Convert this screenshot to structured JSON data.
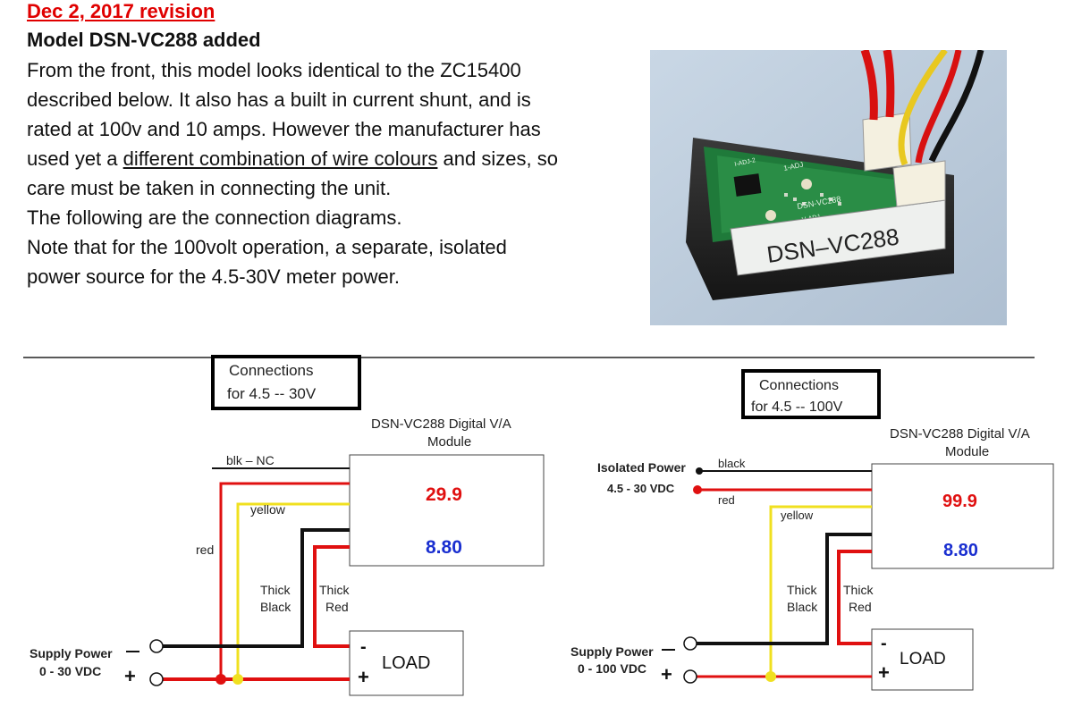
{
  "header": {
    "revision": "Dec 2, 2017 revision",
    "model_added": "Model DSN-VC288 added"
  },
  "body_text": {
    "line1": "From the front, this model looks identical to the ZC15400",
    "line2": "described below. It also has a built in current shunt, and is",
    "line3": "rated at 100v and 10 amps. However the manufacturer has",
    "line4_pre": "used yet a ",
    "line4_link": "different combination of wire colours",
    "line4_post": " and sizes, so",
    "line5": "care must be taken in connecting the unit.",
    "line6": "The following are the connection diagrams.",
    "line7": "Note that for the 100volt operation, a separate, isolated",
    "line8": "power source for the 4.5-30V meter power."
  },
  "photo": {
    "module_label": "DSN–VC288",
    "board_marking": "DSN-VC288",
    "adj1": "1-ADJ",
    "adj2": "I-ADJ-2",
    "adj3": "U-ADJ"
  },
  "diagram_left": {
    "title_line1": "Connections",
    "title_line2": "for 4.5 -- 30V",
    "module_line1": "DSN-VC288  Digital V/A",
    "module_line2": "Module",
    "voltage": "29.9",
    "current": "8.80",
    "blk_label": "blk – NC",
    "yellow_label": "yellow",
    "red_label": "red",
    "thick_black_1": "Thick",
    "thick_black_2": "Black",
    "thick_red_1": "Thick",
    "thick_red_2": "Red",
    "supply_line1": "Supply Power",
    "supply_line2": "0 - 30 VDC",
    "minus": "-",
    "plus": "+",
    "load": "LOAD"
  },
  "diagram_right": {
    "title_line1": "Connections",
    "title_line2": "for 4.5 -- 100V",
    "module_line1": "DSN-VC288  Digital V/A",
    "module_line2": "Module",
    "voltage": "99.9",
    "current": "8.80",
    "isolated_line1": "Isolated Power",
    "isolated_line2": "4.5 - 30 VDC",
    "black_label": "black",
    "red_label": "red",
    "yellow_label": "yellow",
    "thick_black_1": "Thick",
    "thick_black_2": "Black",
    "thick_red_1": "Thick",
    "thick_red_2": "Red",
    "supply_line1": "Supply Power",
    "supply_line2": "0 - 100 VDC",
    "minus": "-",
    "plus": "+",
    "load": "LOAD"
  },
  "colors": {
    "red_wire": "#e01010",
    "yellow_wire": "#f0e020",
    "black_wire": "#111111",
    "voltage_text": "#e01010",
    "current_text": "#1a2fd0",
    "revision_text": "#e00000"
  }
}
